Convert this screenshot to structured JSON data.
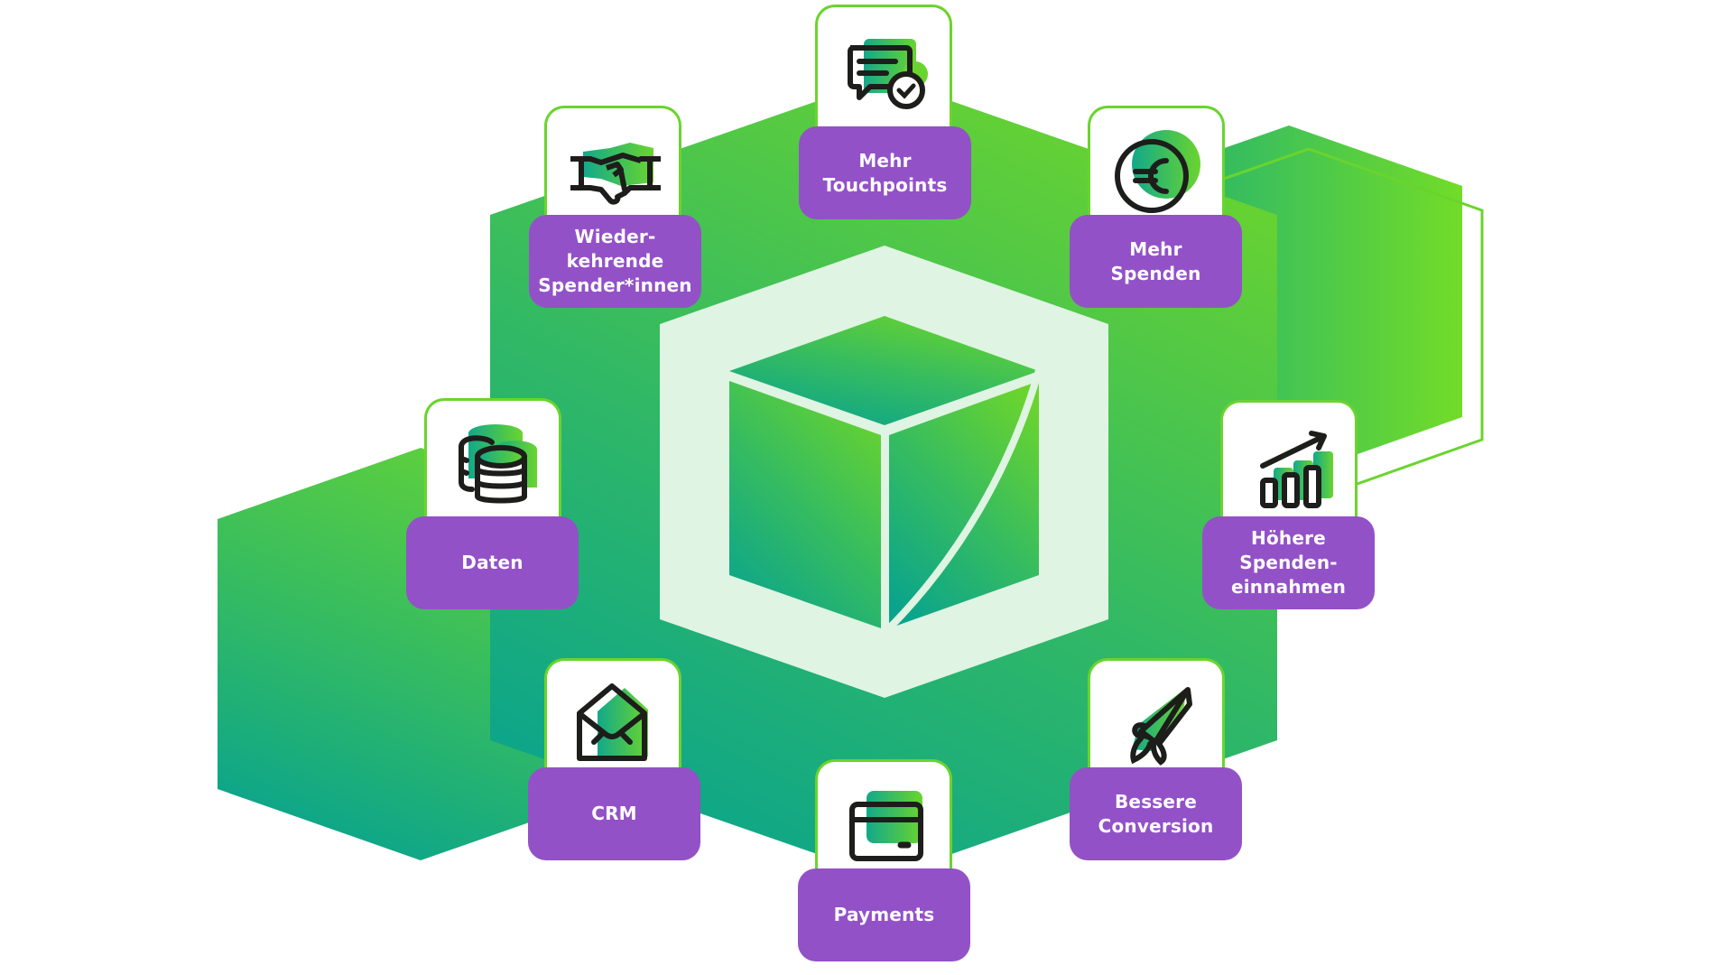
{
  "colors": {
    "purple": "#9351c7",
    "green_light": "#6ad42e",
    "green_mid": "#3cc05a",
    "teal": "#0aa48c",
    "hex_inner": "#dff4e2",
    "icon_stroke": "#1d1d1b"
  },
  "center": {
    "icon": "cube-leaf-icon"
  },
  "items": [
    {
      "id": "touchpoints",
      "label": "Mehr\nTouchpoints",
      "icon": "chat-check-icon"
    },
    {
      "id": "spenden",
      "label": "Mehr\nSpenden",
      "icon": "euro-coin-icon"
    },
    {
      "id": "einnahmen",
      "label": "Höhere\nSpenden-\neinnahmen",
      "icon": "growth-chart-icon"
    },
    {
      "id": "conversion",
      "label": "Bessere\nConversion",
      "icon": "rocket-icon"
    },
    {
      "id": "payments",
      "label": "Payments",
      "icon": "credit-card-icon"
    },
    {
      "id": "crm",
      "label": "CRM",
      "icon": "envelope-open-icon"
    },
    {
      "id": "daten",
      "label": "Daten",
      "icon": "database-icon"
    },
    {
      "id": "wiederkehrende",
      "label": "Wieder-\nkehrende\nSpender*innen",
      "icon": "handshake-icon"
    }
  ]
}
